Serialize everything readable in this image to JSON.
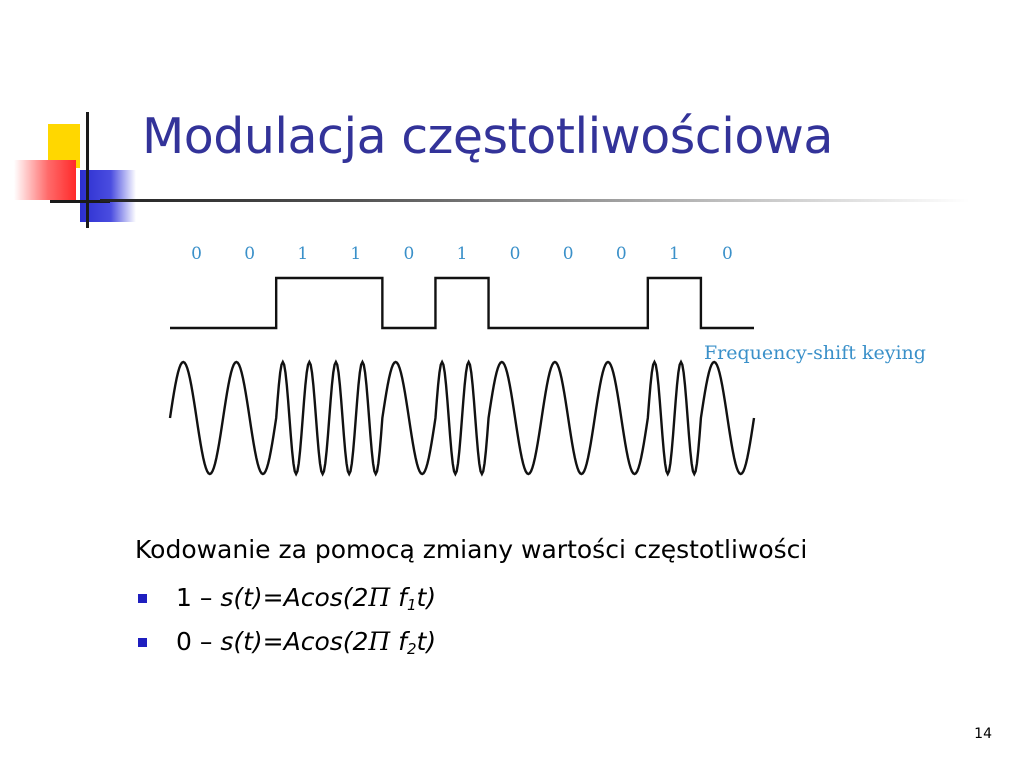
{
  "slide": {
    "title": "Modulacja częstotliwościowa",
    "description": "Kodowanie za pomocą zmiany wartości częstotliwości",
    "page_number": "14"
  },
  "figure": {
    "bits": [
      "0",
      "0",
      "1",
      "1",
      "0",
      "1",
      "0",
      "0",
      "0",
      "1",
      "0"
    ],
    "label": "Frequency-shift keying",
    "label_color": "#3a90c9",
    "low_bit_cycles": 1,
    "high_bit_cycles": 2
  },
  "bullets": [
    {
      "bit": "1",
      "dash": "–",
      "formula_pre": "s(t)=Acos(2",
      "pi": "Π",
      "f": " f",
      "sub": "1",
      "formula_post": "t)"
    },
    {
      "bit": "0",
      "dash": "–",
      "formula_pre": "s(t)=Acos(2",
      "pi": "Π",
      "f": " f",
      "sub": "2",
      "formula_post": "t)"
    }
  ],
  "colors": {
    "title": "#333399",
    "bullet": "#1f1fbf",
    "logo_yellow": "#ffd700",
    "logo_red": "#ff2a2a",
    "logo_blue": "#2c2fd0"
  }
}
